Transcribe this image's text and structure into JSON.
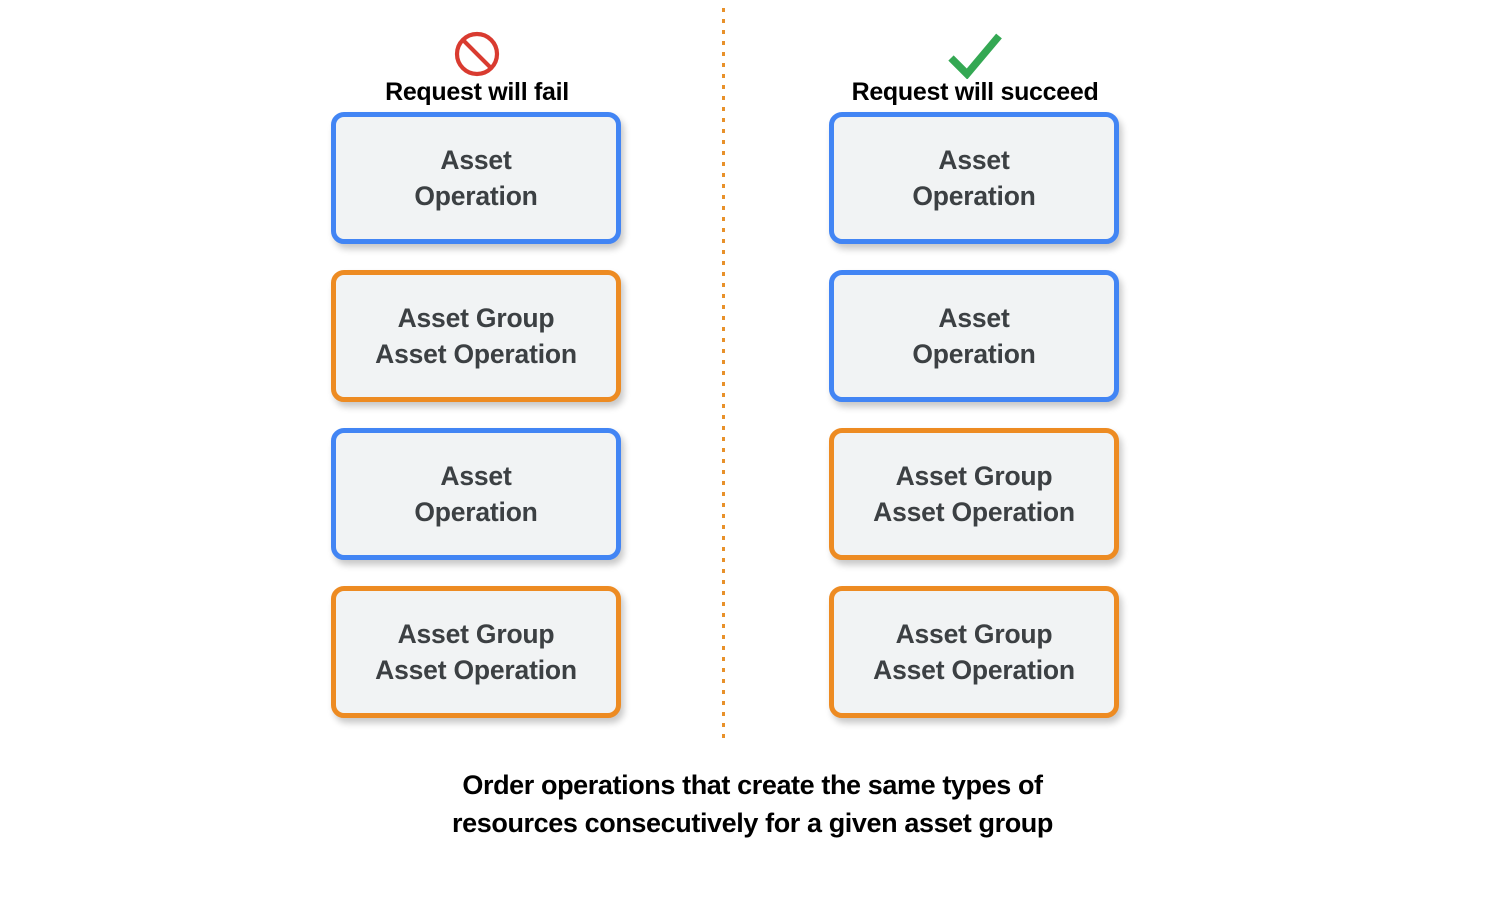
{
  "colors": {
    "asset_border": "#4285f4",
    "asset_group_border": "#ed8b22",
    "box_fill": "#f1f3f4",
    "box_text": "#3c4043",
    "divider": "#e8912a",
    "fail_icon": "#d93b30",
    "succeed_icon": "#34a853",
    "background": "#ffffff",
    "caption_text": "#000000"
  },
  "columns": [
    {
      "id": "fail",
      "icon": "prohibition-icon",
      "title": "Request will fail",
      "boxes": [
        {
          "type": "asset",
          "label": "Asset\nOperation"
        },
        {
          "type": "asset-group",
          "label": "Asset Group\nAsset Operation"
        },
        {
          "type": "asset",
          "label": "Asset\nOperation"
        },
        {
          "type": "asset-group",
          "label": "Asset Group\nAsset Operation"
        }
      ]
    },
    {
      "id": "succeed",
      "icon": "checkmark-icon",
      "title": "Request will succeed",
      "boxes": [
        {
          "type": "asset",
          "label": "Asset\nOperation"
        },
        {
          "type": "asset",
          "label": "Asset\nOperation"
        },
        {
          "type": "asset-group",
          "label": "Asset Group\nAsset Operation"
        },
        {
          "type": "asset-group",
          "label": "Asset Group\nAsset Operation"
        }
      ]
    }
  ],
  "caption": "Order operations that create the same types of\nresources consecutively for a given asset group"
}
